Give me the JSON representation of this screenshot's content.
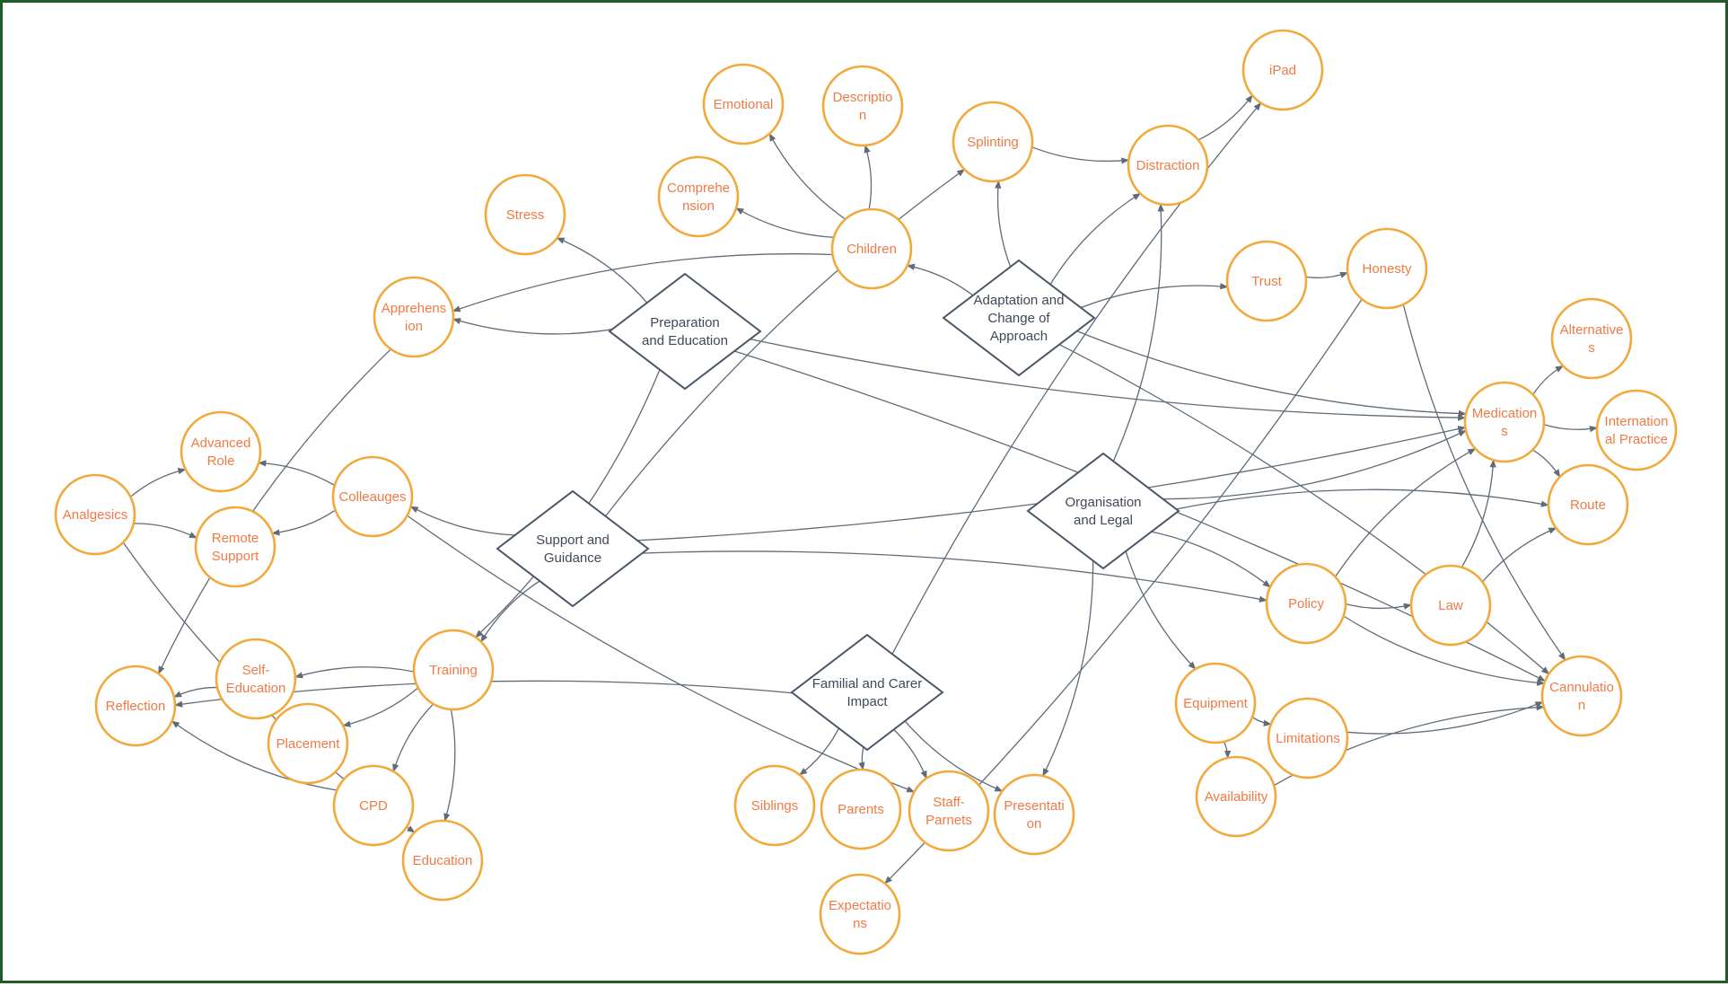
{
  "diagram": {
    "themes": [
      {
        "id": "prep",
        "lines": [
          "Preparation",
          "and Education"
        ]
      },
      {
        "id": "adapt",
        "lines": [
          "Adaptation and",
          "Change of",
          "Approach"
        ]
      },
      {
        "id": "support",
        "lines": [
          "Support and",
          "Guidance"
        ]
      },
      {
        "id": "org",
        "lines": [
          "Organisation",
          "and Legal"
        ]
      },
      {
        "id": "familial",
        "lines": [
          "Familial and Carer",
          "Impact"
        ]
      }
    ],
    "concepts": [
      {
        "id": "emotional",
        "lines": [
          "Emotional"
        ]
      },
      {
        "id": "description",
        "lines": [
          "Descriptio",
          "n"
        ]
      },
      {
        "id": "comprehension",
        "lines": [
          "Comprehe",
          "nsion"
        ]
      },
      {
        "id": "children",
        "lines": [
          "Children"
        ]
      },
      {
        "id": "stress",
        "lines": [
          "Stress"
        ]
      },
      {
        "id": "apprehension",
        "lines": [
          "Apprehens",
          "ion"
        ]
      },
      {
        "id": "splinting",
        "lines": [
          "Splinting"
        ]
      },
      {
        "id": "distraction",
        "lines": [
          "Distraction"
        ]
      },
      {
        "id": "ipad",
        "lines": [
          "iPad"
        ]
      },
      {
        "id": "trust",
        "lines": [
          "Trust"
        ]
      },
      {
        "id": "honesty",
        "lines": [
          "Honesty"
        ]
      },
      {
        "id": "alternatives",
        "lines": [
          "Alternative",
          "s"
        ]
      },
      {
        "id": "medications",
        "lines": [
          "Medication",
          "s"
        ]
      },
      {
        "id": "international",
        "lines": [
          "Internation",
          "al Practice"
        ]
      },
      {
        "id": "route",
        "lines": [
          "Route"
        ]
      },
      {
        "id": "advanced",
        "lines": [
          "Advanced",
          "Role"
        ]
      },
      {
        "id": "analgesics",
        "lines": [
          "Analgesics"
        ]
      },
      {
        "id": "colleagues",
        "lines": [
          "Colleauges"
        ]
      },
      {
        "id": "remote",
        "lines": [
          "Remote",
          "Support"
        ]
      },
      {
        "id": "selfed",
        "lines": [
          "Self-",
          "Education"
        ]
      },
      {
        "id": "reflection",
        "lines": [
          "Reflection"
        ]
      },
      {
        "id": "training",
        "lines": [
          "Training"
        ]
      },
      {
        "id": "placement",
        "lines": [
          "Placement"
        ]
      },
      {
        "id": "cpd",
        "lines": [
          "CPD"
        ]
      },
      {
        "id": "education",
        "lines": [
          "Education"
        ]
      },
      {
        "id": "policy",
        "lines": [
          "Policy"
        ]
      },
      {
        "id": "law",
        "lines": [
          "Law"
        ]
      },
      {
        "id": "cannulation",
        "lines": [
          "Cannulatio",
          "n"
        ]
      },
      {
        "id": "equipment",
        "lines": [
          "Equipment"
        ]
      },
      {
        "id": "limitations",
        "lines": [
          "Limitations"
        ]
      },
      {
        "id": "availability",
        "lines": [
          "Availability"
        ]
      },
      {
        "id": "siblings",
        "lines": [
          "Siblings"
        ]
      },
      {
        "id": "parents",
        "lines": [
          "Parents"
        ]
      },
      {
        "id": "staffparents",
        "lines": [
          "Staff-",
          "Parnets"
        ]
      },
      {
        "id": "presentation",
        "lines": [
          "Presentati",
          "on"
        ]
      },
      {
        "id": "expectations",
        "lines": [
          "Expectatio",
          "ns"
        ]
      }
    ],
    "links": [
      [
        "prep",
        "stress"
      ],
      [
        "prep",
        "apprehension"
      ],
      [
        "children",
        "apprehension"
      ],
      [
        "children",
        "emotional"
      ],
      [
        "children",
        "description"
      ],
      [
        "children",
        "comprehension"
      ],
      [
        "prep",
        "medications"
      ],
      [
        "prep",
        "cannulation"
      ],
      [
        "adapt",
        "children"
      ],
      [
        "adapt",
        "splinting"
      ],
      [
        "splinting",
        "distraction"
      ],
      [
        "adapt",
        "distraction"
      ],
      [
        "distraction",
        "ipad"
      ],
      [
        "adapt",
        "trust"
      ],
      [
        "trust",
        "honesty"
      ],
      [
        "adapt",
        "cannulation"
      ],
      [
        "adapt",
        "medications"
      ],
      [
        "support",
        "colleagues"
      ],
      [
        "colleagues",
        "advanced"
      ],
      [
        "colleagues",
        "remote"
      ],
      [
        "support",
        "training"
      ],
      [
        "support",
        "splinting"
      ],
      [
        "support",
        "medications"
      ],
      [
        "support",
        "policy"
      ],
      [
        "apprehension",
        "reflection"
      ],
      [
        "analgesics",
        "advanced"
      ],
      [
        "analgesics",
        "education"
      ],
      [
        "analgesics",
        "remote"
      ],
      [
        "training",
        "selfed"
      ],
      [
        "training",
        "placement"
      ],
      [
        "training",
        "cpd"
      ],
      [
        "training",
        "education"
      ],
      [
        "selfed",
        "reflection"
      ],
      [
        "cpd",
        "reflection"
      ],
      [
        "familial",
        "reflection"
      ],
      [
        "familial",
        "siblings"
      ],
      [
        "familial",
        "parents"
      ],
      [
        "familial",
        "staffparents"
      ],
      [
        "familial",
        "presentation"
      ],
      [
        "familial",
        "ipad"
      ],
      [
        "colleagues",
        "staffparents"
      ],
      [
        "prep",
        "training"
      ],
      [
        "org",
        "medications"
      ],
      [
        "org",
        "policy"
      ],
      [
        "org",
        "equipment"
      ],
      [
        "org",
        "presentation"
      ],
      [
        "org",
        "distraction"
      ],
      [
        "org",
        "route"
      ],
      [
        "policy",
        "law"
      ],
      [
        "policy",
        "medications"
      ],
      [
        "policy",
        "cannulation"
      ],
      [
        "law",
        "route"
      ],
      [
        "law",
        "medications"
      ],
      [
        "medications",
        "alternatives"
      ],
      [
        "medications",
        "international"
      ],
      [
        "medications",
        "route"
      ],
      [
        "honesty",
        "cannulation"
      ],
      [
        "honesty",
        "expectations"
      ],
      [
        "equipment",
        "limitations"
      ],
      [
        "equipment",
        "availability"
      ],
      [
        "limitations",
        "cannulation"
      ],
      [
        "availability",
        "cannulation"
      ]
    ]
  }
}
